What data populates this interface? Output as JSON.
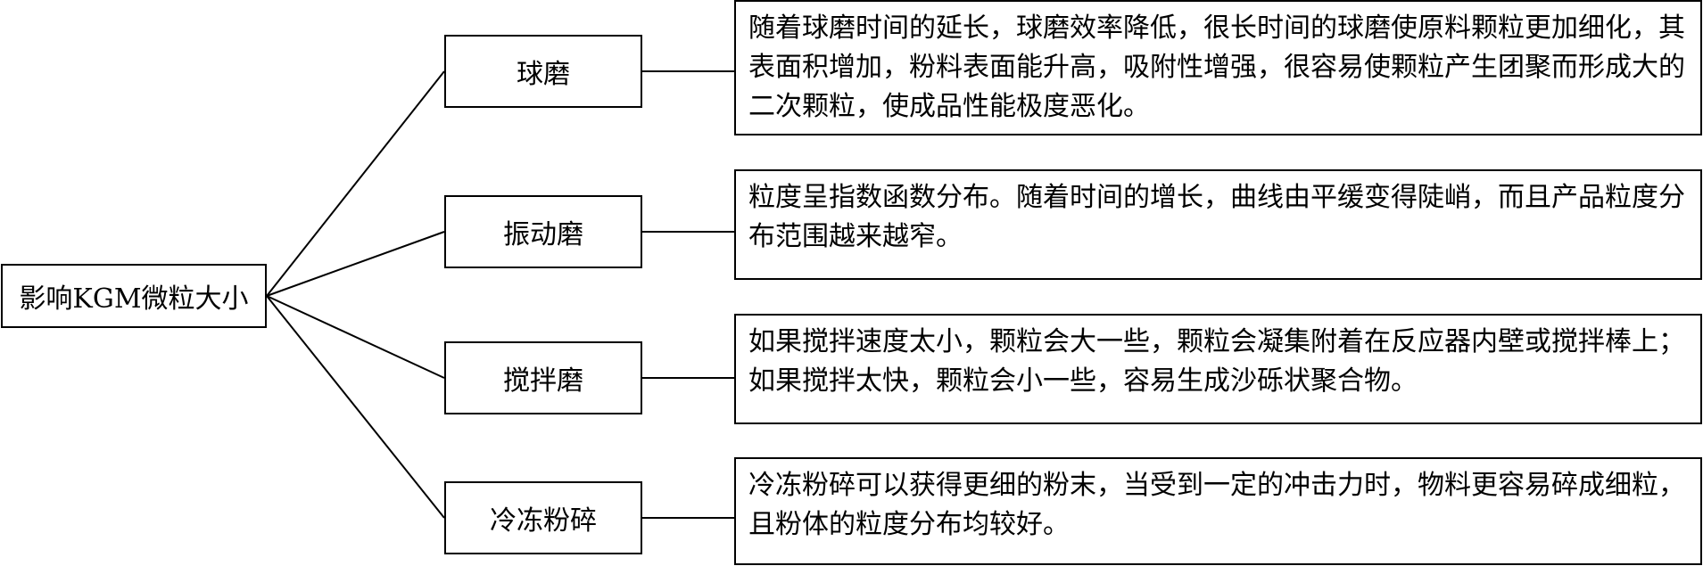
{
  "root": {
    "label": "影响KGM微粒大小"
  },
  "branches": [
    {
      "method": "球磨",
      "description": "随着球磨时间的延长，球磨效率降低，很长时间的球磨使原料颗粒更加细化，其表面积增加，粉料表面能升高，吸附性增强，很容易使颗粒产生团聚而形成大的二次颗粒，使成品性能极度恶化。"
    },
    {
      "method": "振动磨",
      "description": "粒度呈指数函数分布。随着时间的增长，曲线由平缓变得陡峭，而且产品粒度分布范围越来越窄。"
    },
    {
      "method": "搅拌磨",
      "description": "如果搅拌速度太小，颗粒会大一些，颗粒会凝集附着在反应器内壁或搅拌棒上；如果搅拌太快，颗粒会小一些，容易生成沙砾状聚合物。"
    },
    {
      "method": "冷冻粉碎",
      "description": "冷冻粉碎可以获得更细的粉末，当受到一定的冲击力时，物料更容易碎成细粒，且粉体的粒度分布均较好。"
    }
  ]
}
